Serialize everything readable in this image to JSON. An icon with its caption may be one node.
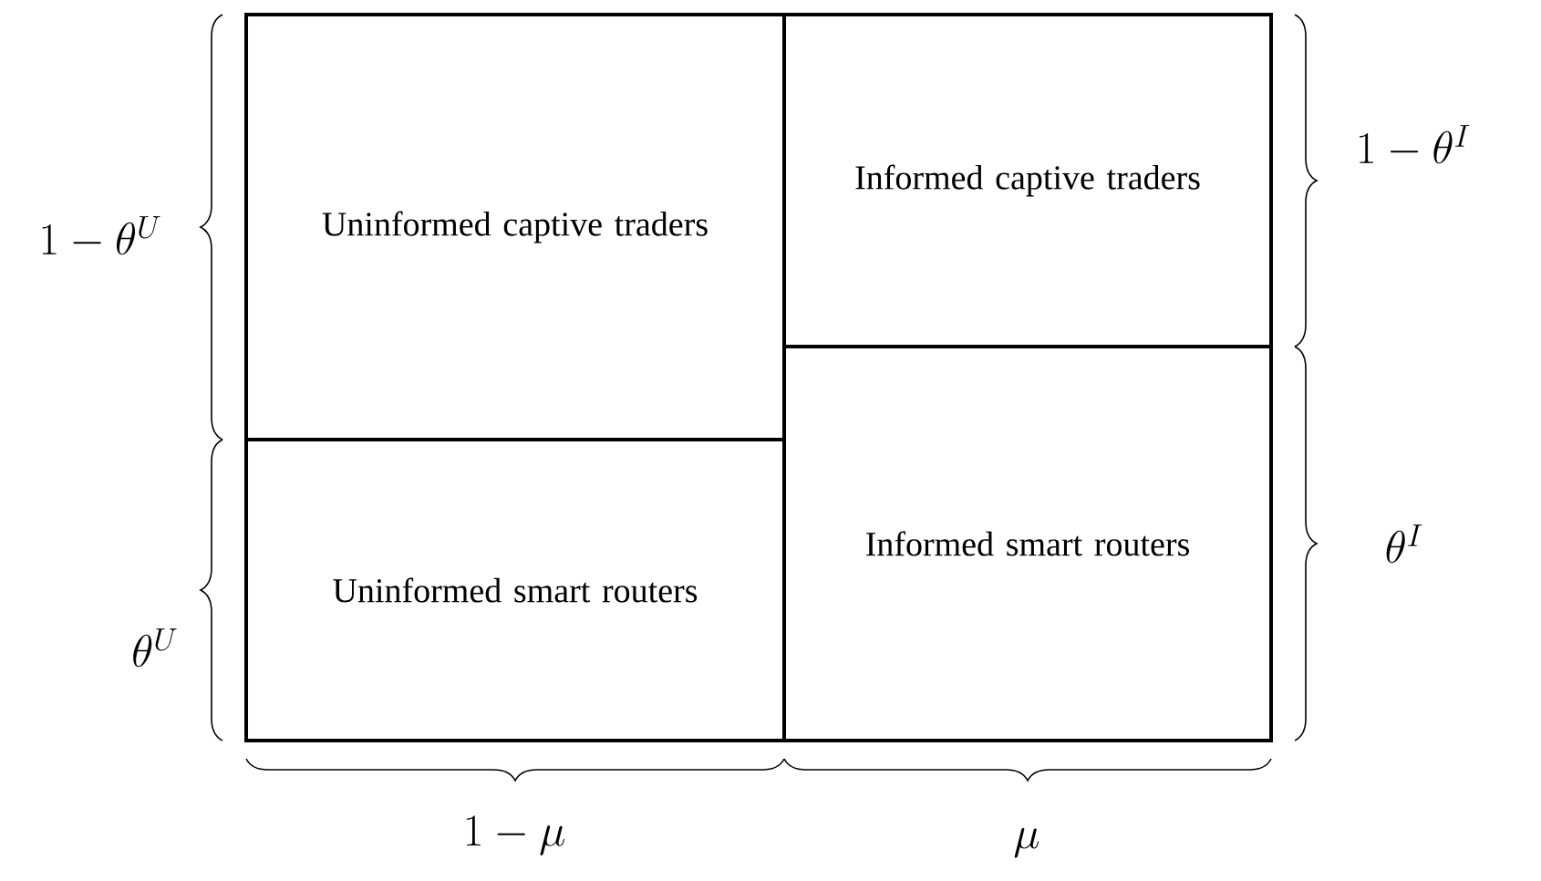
{
  "diagram": {
    "nodes": [
      {
        "text": [
          "Uninformed captive traders"
        ]
      },
      {
        "text": [
          "Informed captive traders"
        ]
      },
      {
        "text": [
          "Uninformed smart routers"
        ]
      },
      {
        "text": [
          "Informed smart routers"
        ]
      }
    ],
    "labels": [
      "1-\\theta^{I}",
      "1-\\theta^{U}",
      "\\theta^{I}",
      "\\theta^{U}",
      "1-\\mu",
      "\\mu"
    ]
  }
}
